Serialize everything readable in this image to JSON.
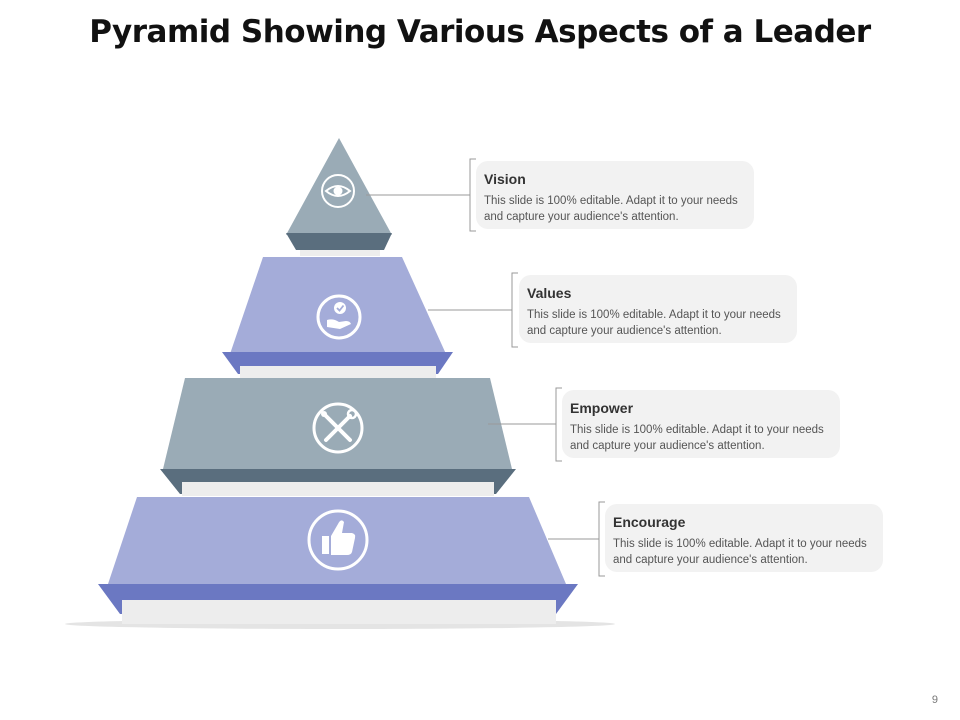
{
  "title": "Pyramid Showing Various Aspects of a Leader",
  "page_number": "9",
  "colors": {
    "gray_face": "#9aabb6",
    "gray_rim": "#5a6e7e",
    "blue_face": "#a4acd9",
    "blue_rim": "#6b78c2",
    "callout_bg": "#f2f2f2",
    "connector": "#999999"
  },
  "levels": [
    {
      "label": "Vision",
      "description": "This slide is 100% editable. Adapt it to your needs and capture your audience's attention.",
      "icon": "eye-icon",
      "color": "gray"
    },
    {
      "label": "Values",
      "description": "This slide is 100% editable. Adapt it to your needs and capture your audience's attention.",
      "icon": "hand-badge-icon",
      "color": "blue"
    },
    {
      "label": "Empower",
      "description": "This slide is 100% editable. Adapt it to your needs and capture your audience's attention.",
      "icon": "tools-icon",
      "color": "gray"
    },
    {
      "label": "Encourage",
      "description": "This slide is 100% editable. Adapt it to your needs and capture your audience's attention.",
      "icon": "thumbs-up-icon",
      "color": "blue"
    }
  ]
}
